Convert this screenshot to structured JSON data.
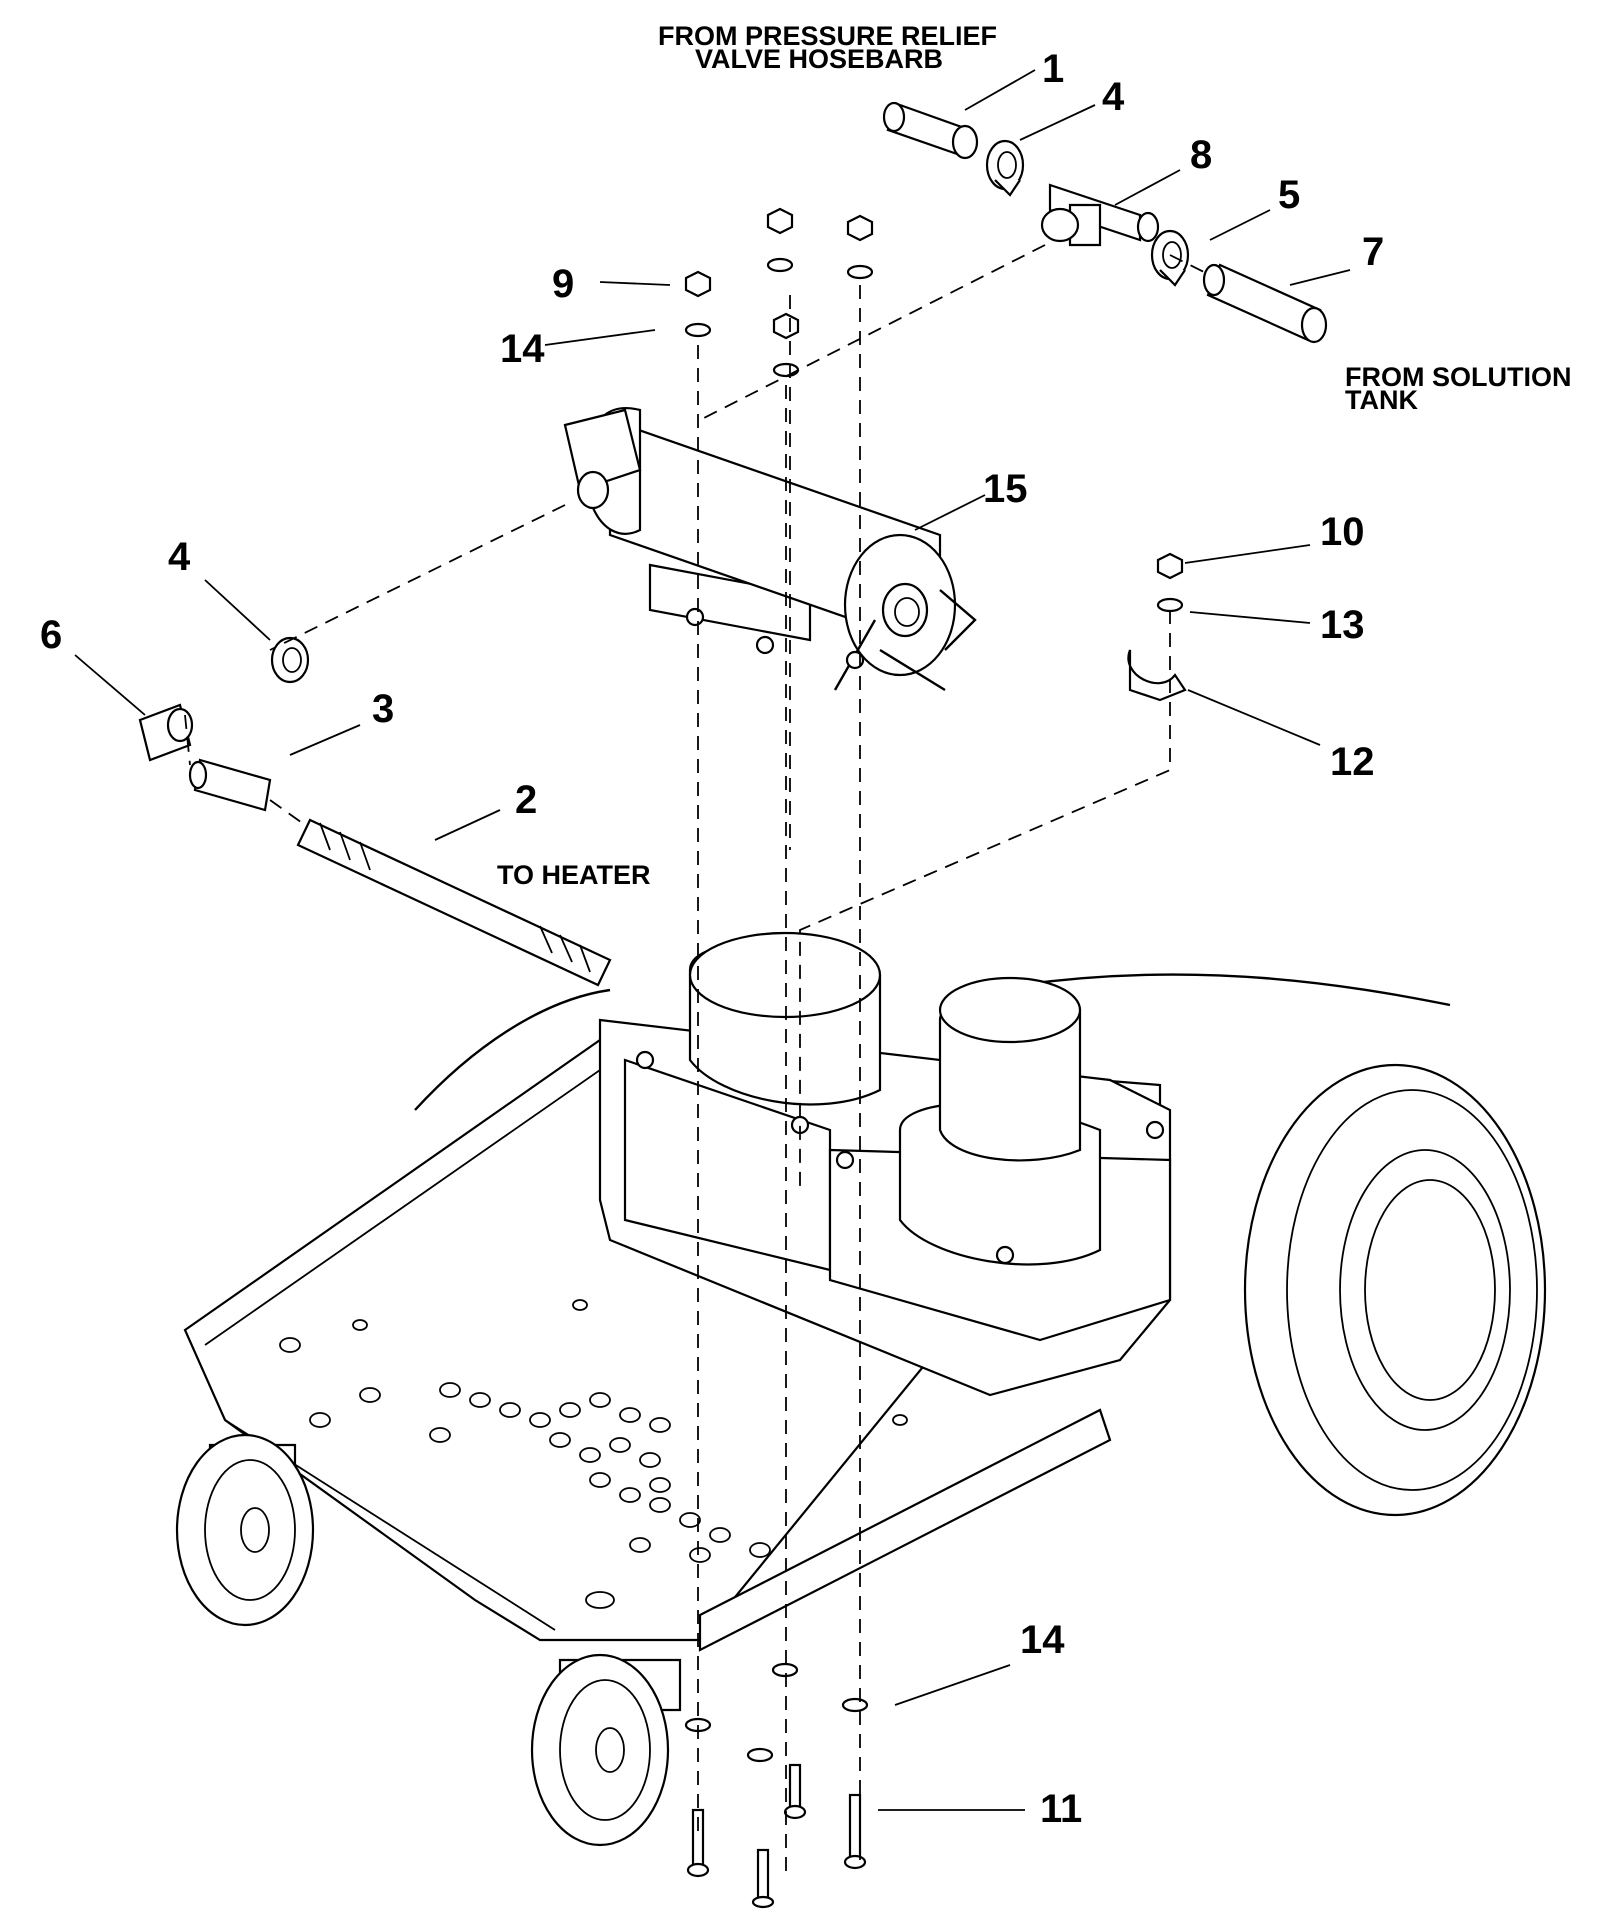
{
  "notes": {
    "from_relief_line1": "FROM PRESSURE RELIEF",
    "from_relief_line2": "VALVE HOSEBARB",
    "from_solution_line1": "FROM SOLUTION",
    "from_solution_line2": "TANK",
    "to_heater": "TO HEATER"
  },
  "callouts": {
    "c1": "1",
    "c4_top": "4",
    "c8": "8",
    "c5": "5",
    "c7": "7",
    "c9": "9",
    "c14_top": "14",
    "c15": "15",
    "c10": "10",
    "c13": "13",
    "c12": "12",
    "c4_left": "4",
    "c6": "6",
    "c3": "3",
    "c2": "2",
    "c14_bottom": "14",
    "c11": "11"
  },
  "colors": {
    "line": "#000000",
    "background": "#ffffff"
  }
}
